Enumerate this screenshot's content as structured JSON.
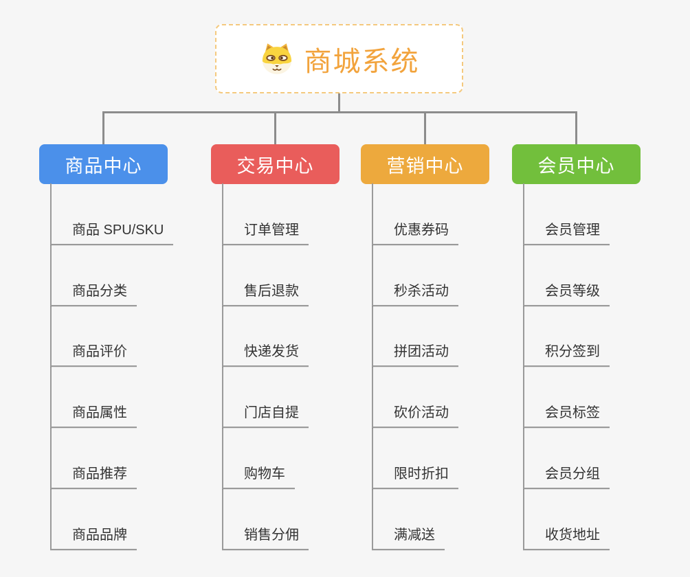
{
  "root": {
    "title": "商城系统",
    "icon": "dog-face-icon"
  },
  "colors": {
    "root_text": "#F2A33C",
    "root_border": "#F4C97E",
    "connector": "#8C8C8C",
    "leaf_line": "#9A9A9A",
    "leaf_text": "#333333",
    "canvas_bg": "#F6F6F6",
    "product_center": "#4B90EA",
    "trade_center": "#E95D5B",
    "marketing_center": "#EDA93D",
    "member_center": "#72BF3C"
  },
  "branches": [
    {
      "label": "商品中心",
      "color": "#4B90EA",
      "items": [
        "商品 SPU/SKU",
        "商品分类",
        "商品评价",
        "商品属性",
        "商品推荐",
        "商品品牌"
      ]
    },
    {
      "label": "交易中心",
      "color": "#E95D5B",
      "items": [
        "订单管理",
        "售后退款",
        "快递发货",
        "门店自提",
        "购物车",
        "销售分佣"
      ]
    },
    {
      "label": "营销中心",
      "color": "#EDA93D",
      "items": [
        "优惠券码",
        "秒杀活动",
        "拼团活动",
        "砍价活动",
        "限时折扣",
        "满减送"
      ]
    },
    {
      "label": "会员中心",
      "color": "#72BF3C",
      "items": [
        "会员管理",
        "会员等级",
        "积分签到",
        "会员标签",
        "会员分组",
        "收货地址"
      ]
    }
  ]
}
